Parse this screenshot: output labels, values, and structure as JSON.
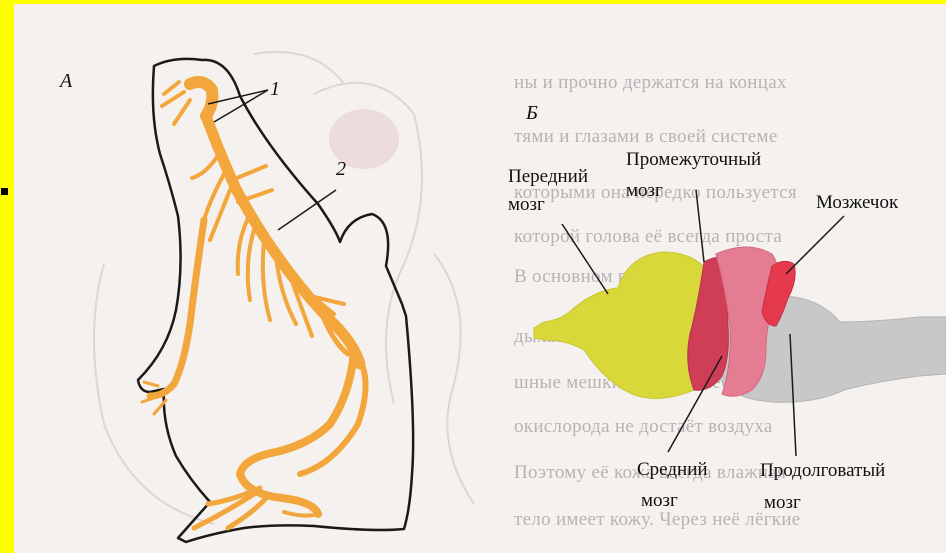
{
  "panel_a": {
    "letter": "А",
    "label_1": "1",
    "label_2": "2"
  },
  "panel_b": {
    "letter": "Б",
    "forebrain": {
      "line1": "Передний",
      "line2": "мозг"
    },
    "diencephalon": {
      "line1": "Промежуточный",
      "line2": "мозг"
    },
    "cerebellum": {
      "line1": "Мозжечок"
    },
    "midbrain": {
      "line1": "Средний",
      "line2": "мозг"
    },
    "medulla": {
      "line1": "Продолговатый",
      "line2": "мозг"
    }
  },
  "colors": {
    "frame": "#ffff00",
    "nerves": "#f2a63b",
    "forebrain": "#d9d83b",
    "diencephalon_front": "#cf3d56",
    "diencephalon": "#e57d92",
    "cerebellum": "#e53a4e",
    "medulla": "#c8c8c8"
  }
}
